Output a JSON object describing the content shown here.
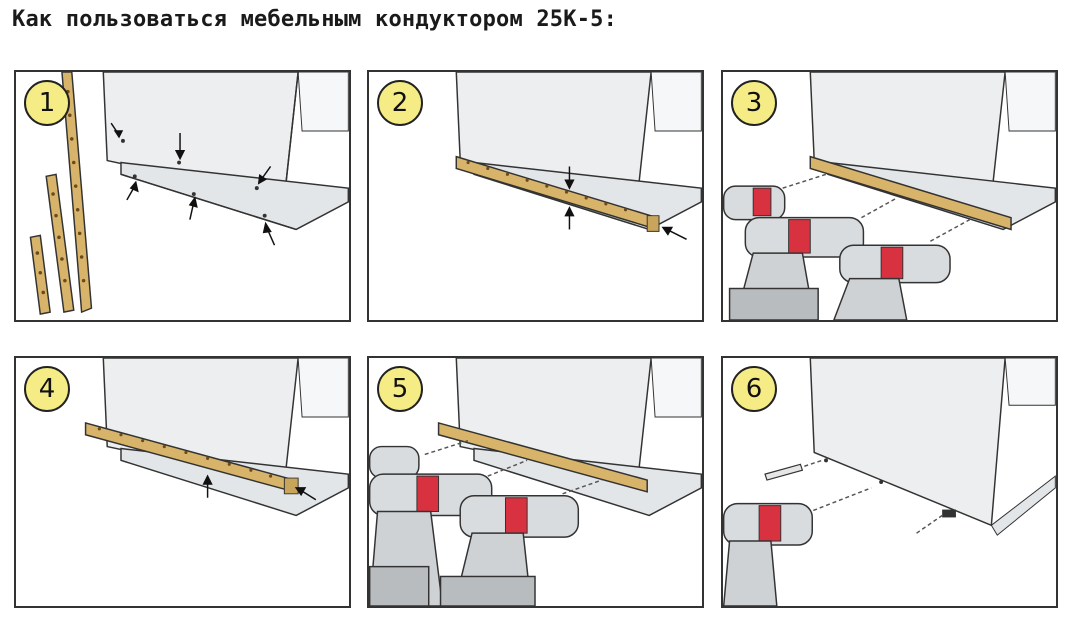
{
  "page": {
    "title": "Как пользоваться мебельным кондуктором 25К-5:"
  },
  "steps": [
    {
      "number": "1"
    },
    {
      "number": "2"
    },
    {
      "number": "3"
    },
    {
      "number": "4"
    },
    {
      "number": "5"
    },
    {
      "number": "6"
    }
  ],
  "colors": {
    "badge_fill": "#f5ec86",
    "jig_wood": "#d8b46a",
    "board_grey": "#e3e6e8",
    "drill_red": "#d8313f",
    "outline": "#333333"
  }
}
